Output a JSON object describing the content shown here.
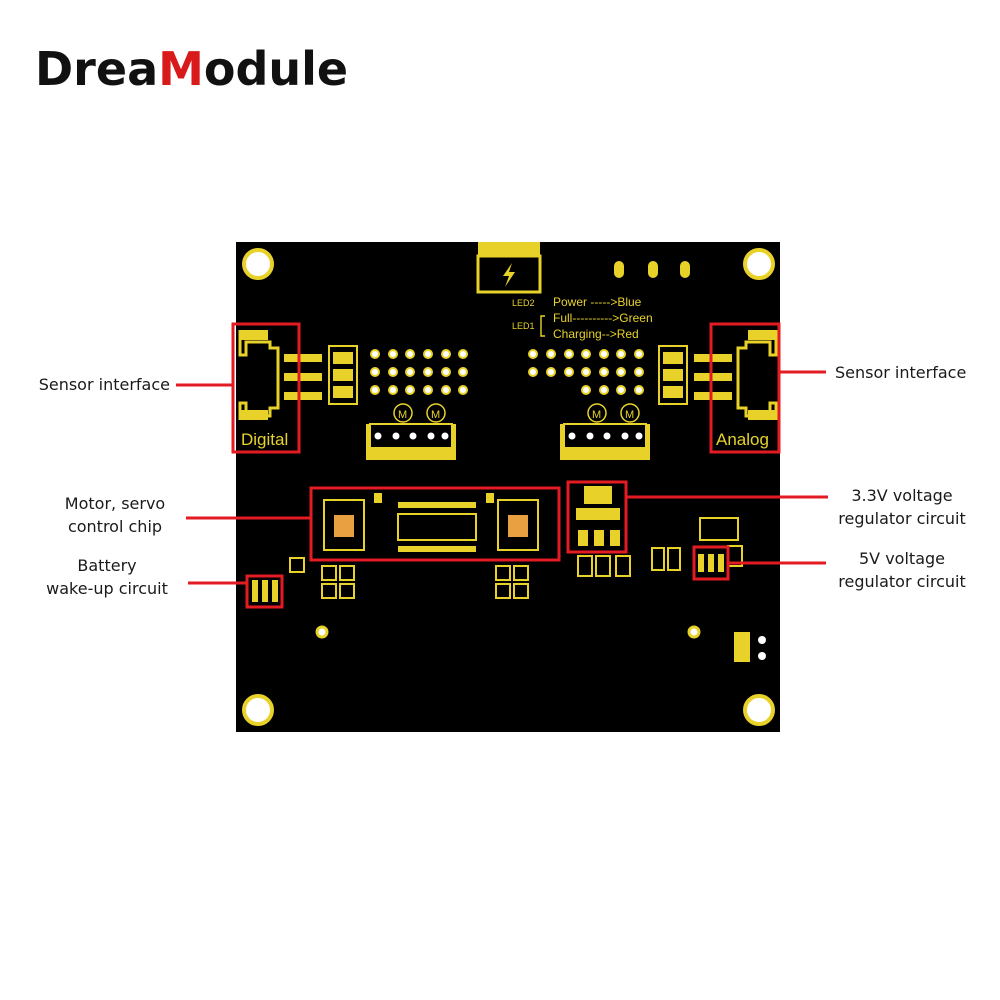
{
  "brand": {
    "prefix": "Drea",
    "highlight": "M",
    "suffix": "odule",
    "highlight_color": "#d81a1a"
  },
  "board": {
    "silkscreen": {
      "digital_port": "Digital",
      "analog_port": "Analog",
      "led2": "LED2",
      "led1": "LED1",
      "led2_legend": "Power ----->Blue",
      "led1_legend_full": "Full---------->Green",
      "led1_legend_charging": "Charging-->Red",
      "motor_mark": "M"
    },
    "colors": {
      "pcb": "#000000",
      "silkscreen": "#e8d22a",
      "callout": "#e31b23"
    }
  },
  "callouts": {
    "sensor_left": "Sensor interface",
    "sensor_right": "Sensor interface",
    "motor_chip": [
      "Motor, servo",
      "control chip"
    ],
    "battery": [
      "Battery",
      "wake-up circuit"
    ],
    "reg_33": [
      "3.3V voltage",
      "regulator circuit"
    ],
    "reg_5": [
      "5V voltage",
      "regulator circuit"
    ]
  }
}
